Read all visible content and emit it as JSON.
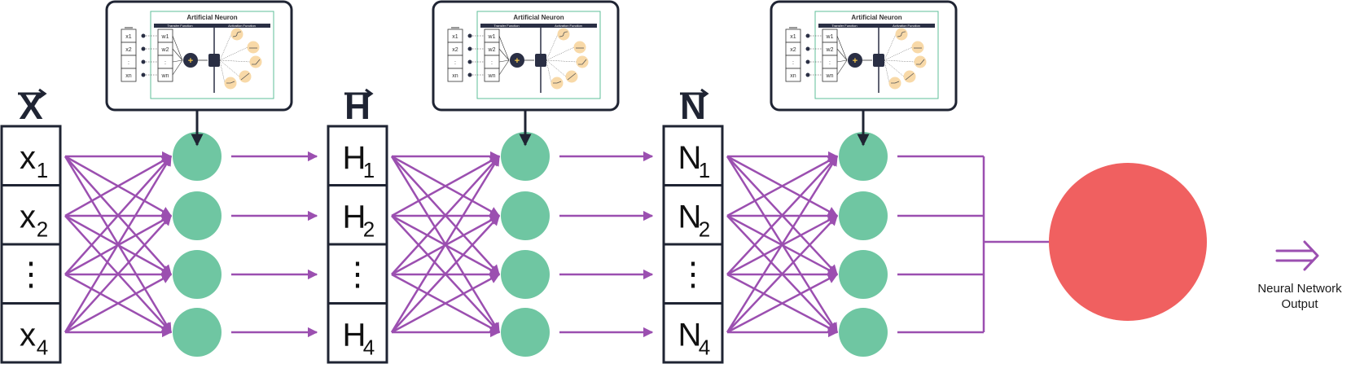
{
  "colors": {
    "edge": "#9b4fb0",
    "neuron": "#6fc6a2",
    "output": "#f06060",
    "box": "#1f2433",
    "thumb_border": "#5fbf9a",
    "thumb_header": "#2a2f44",
    "thumb_orange": "#f8d9a8"
  },
  "layers": [
    {
      "vector_label": "X",
      "cells": [
        {
          "main": "x",
          "sub": "1"
        },
        {
          "main": "x",
          "sub": "2"
        },
        {
          "main": "⋮",
          "sub": ""
        },
        {
          "main": "x",
          "sub": "4"
        }
      ]
    },
    {
      "vector_label": "H",
      "cells": [
        {
          "main": "H",
          "sub": "1"
        },
        {
          "main": "H",
          "sub": "2"
        },
        {
          "main": "⋮",
          "sub": ""
        },
        {
          "main": "H",
          "sub": "4"
        }
      ]
    },
    {
      "vector_label": "N",
      "cells": [
        {
          "main": "N",
          "sub": "1"
        },
        {
          "main": "N",
          "sub": "2"
        },
        {
          "main": "⋮",
          "sub": ""
        },
        {
          "main": "N",
          "sub": "4"
        }
      ]
    }
  ],
  "neuron_thumbnail": {
    "title": "Artificial Neuron",
    "transfer_header": "Transfer Function",
    "activation_header": "Activation Function",
    "input_label": "x",
    "inputs": [
      "x1",
      "x2",
      ":",
      "xn"
    ],
    "weights": [
      "w1",
      "w2",
      ":",
      "wn"
    ],
    "sum_symbol": "+"
  },
  "output": {
    "line1": "Neural Network",
    "line2": "Output",
    "arrow_icon": "double-arrow-right-icon"
  }
}
